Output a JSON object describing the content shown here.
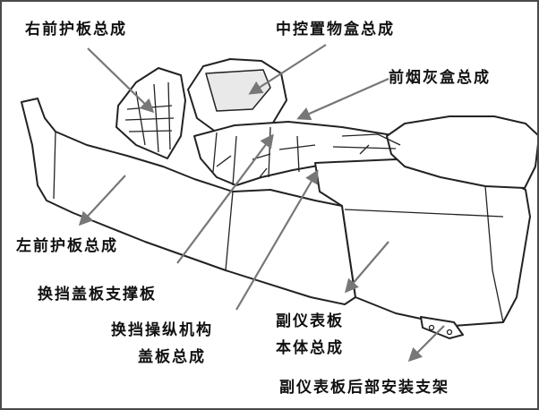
{
  "labels": {
    "right_front_panel": "右前护板总成",
    "center_storage_box": "中控置物盒总成",
    "front_ashtray": "前烟灰盒总成",
    "left_front_panel": "左前护板总成",
    "shift_cover_bracket": "换挡盖板支撑板",
    "shift_mechanism_cover_line1": "换挡操纵机构",
    "shift_mechanism_cover_line2": "盖板总成",
    "console_body_line1": "副仪表板",
    "console_body_line2": "本体总成",
    "rear_mount_bracket": "副仪表板后部安装支架"
  },
  "colors": {
    "line": "#222222",
    "arrow": "#777777",
    "frame": "#4a4a4a",
    "background": "#ffffff"
  }
}
